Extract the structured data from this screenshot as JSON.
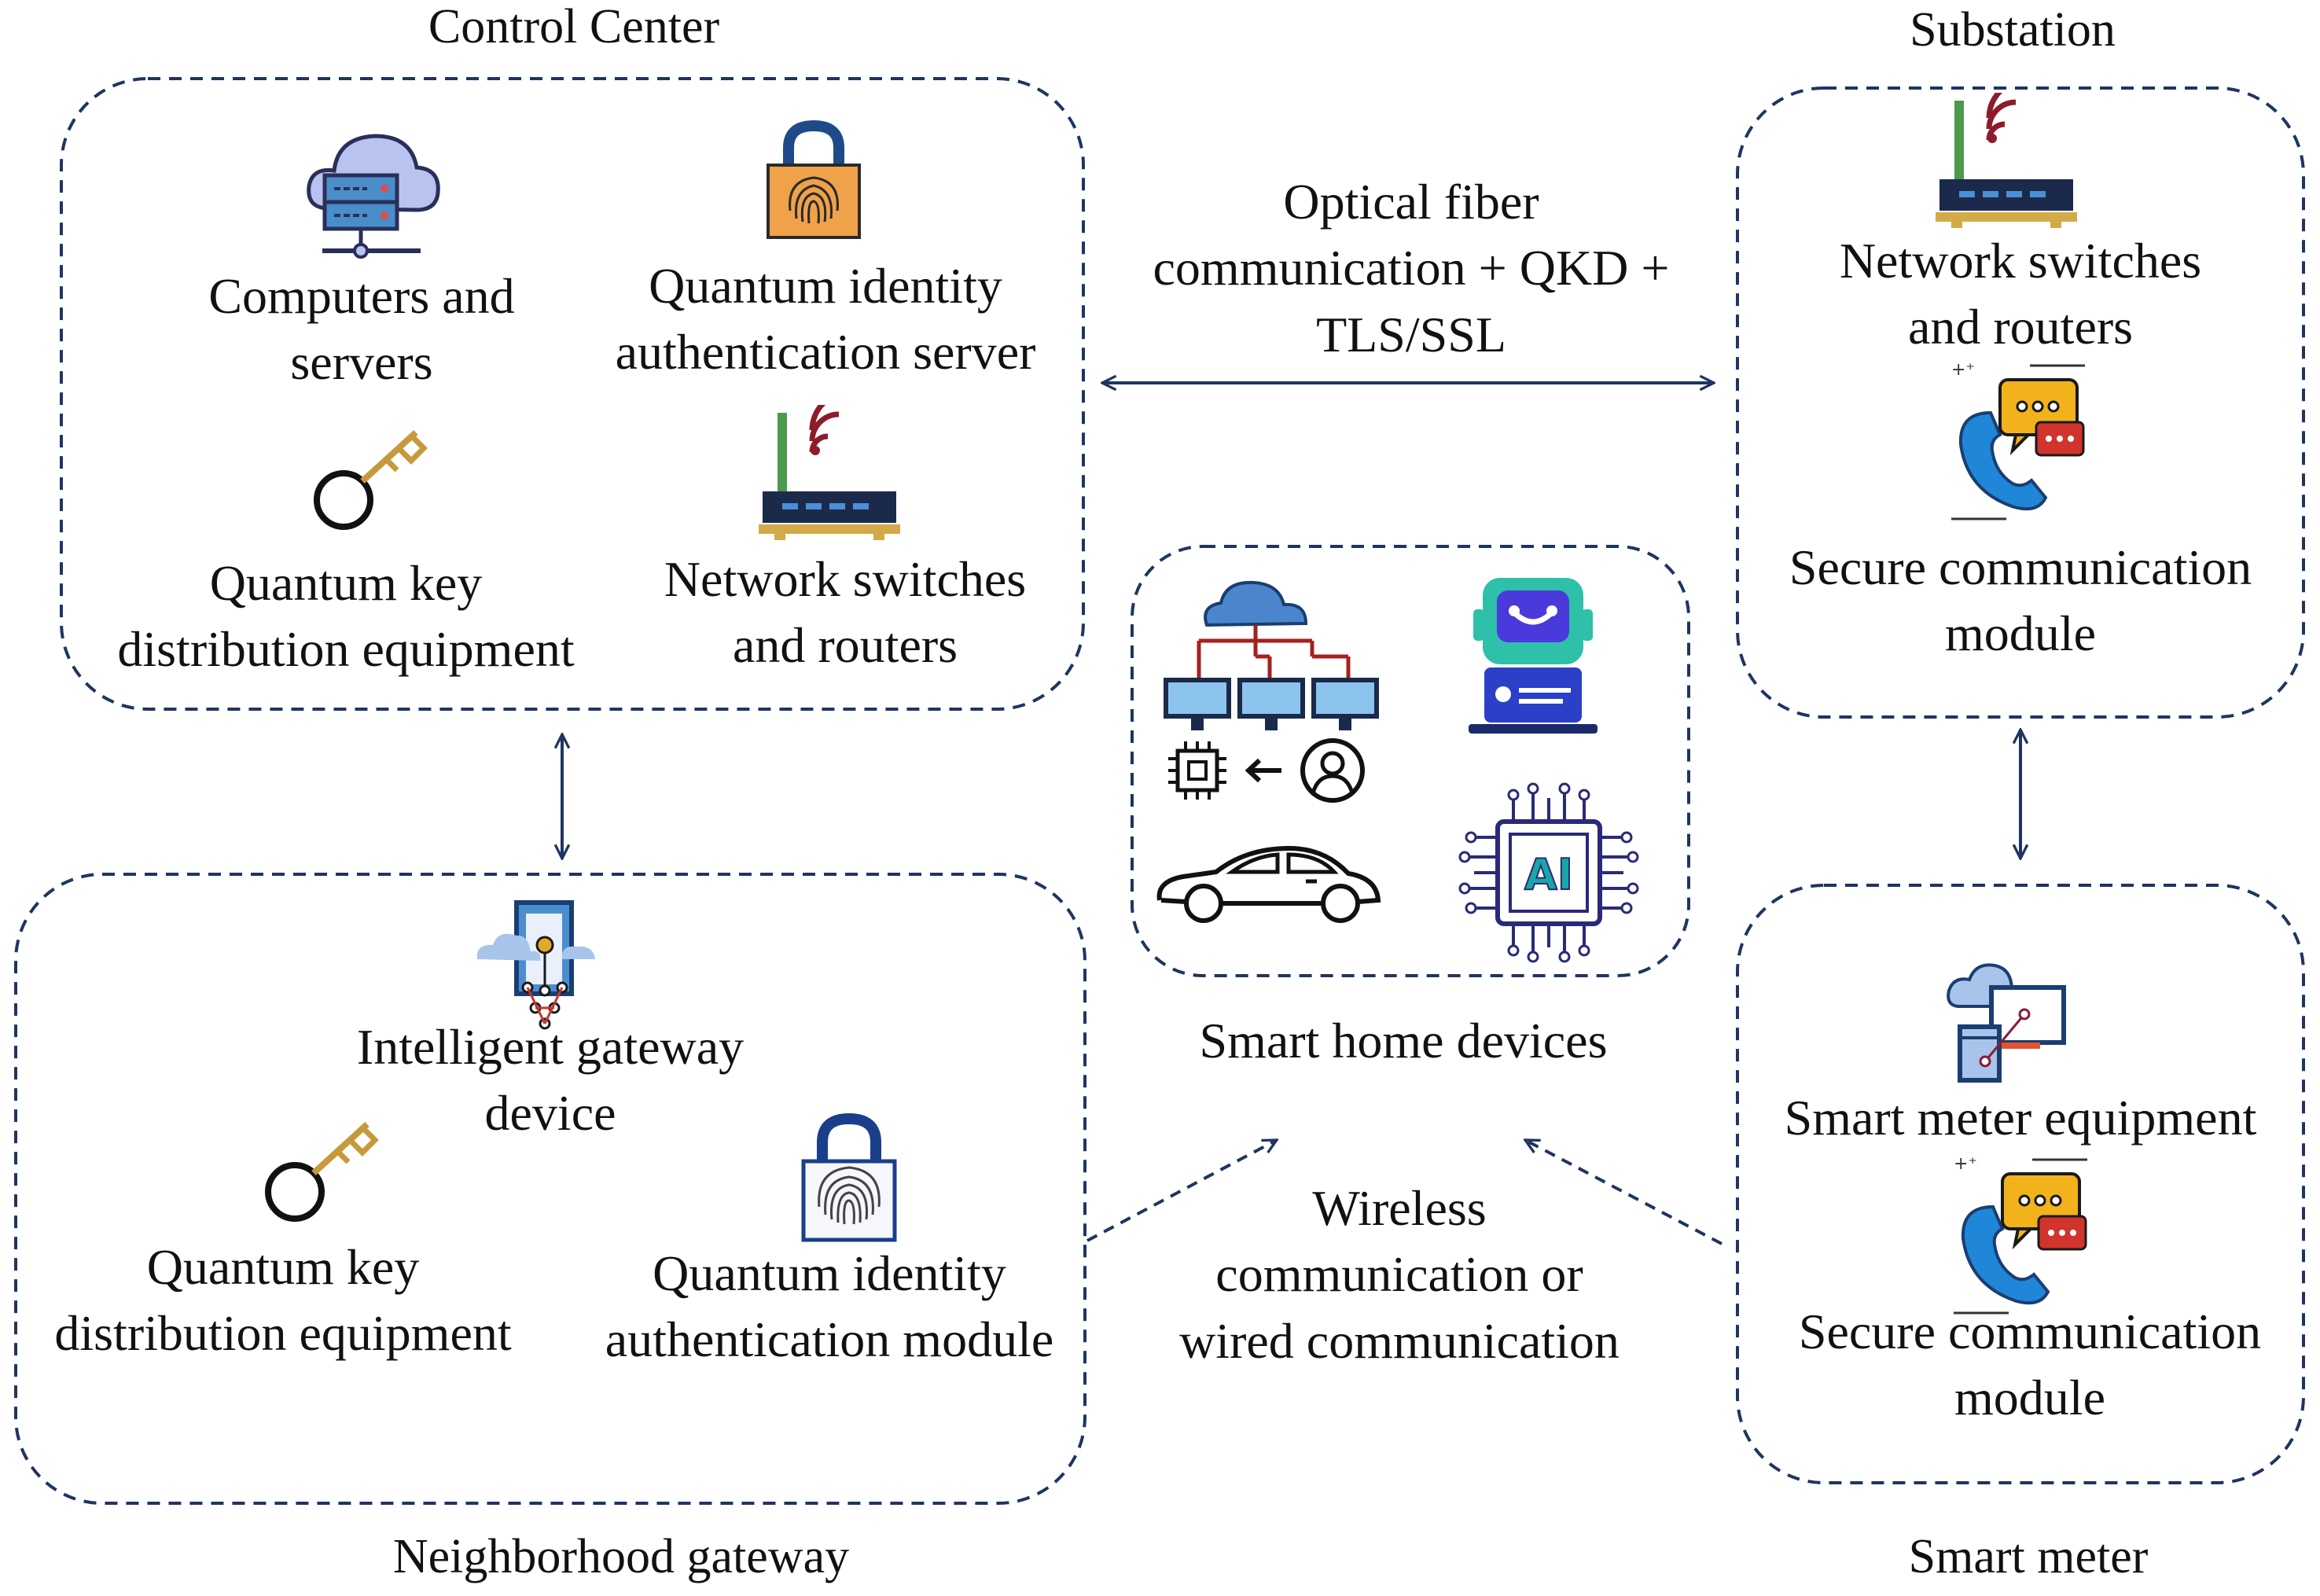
{
  "groups": {
    "control_center": {
      "title": "Control Center",
      "items": {
        "computers": "Computers and\nservers",
        "qia_server": "Quantum identity\nauthentication server",
        "qkd": "Quantum key\ndistribution equipment",
        "switches": "Network switches\nand routers"
      }
    },
    "substation": {
      "title": "Substation",
      "items": {
        "switches": "Network switches\nand routers",
        "secure_comm": "Secure communication\nmodule"
      }
    },
    "neighborhood_gateway": {
      "title": "Neighborhood gateway",
      "items": {
        "gateway": "Intelligent gateway\ndevice",
        "qkd": "Quantum key\ndistribution equipment",
        "qia_module": "Quantum identity\nauthentication module"
      }
    },
    "smart_meter": {
      "title": "Smart meter",
      "items": {
        "meter": "Smart meter equipment",
        "secure_comm": "Secure communication\nmodule"
      }
    },
    "smart_home": {
      "title": "Smart home devices",
      "ai_chip_text": "AI"
    }
  },
  "links": {
    "fiber": "Optical fiber\ncommunication + QKD +\nTLS/SSL",
    "wireless": "Wireless\ncommunication or\nwired communication"
  },
  "colors": {
    "frame": "#1f3560",
    "arrow": "#1f3560"
  }
}
